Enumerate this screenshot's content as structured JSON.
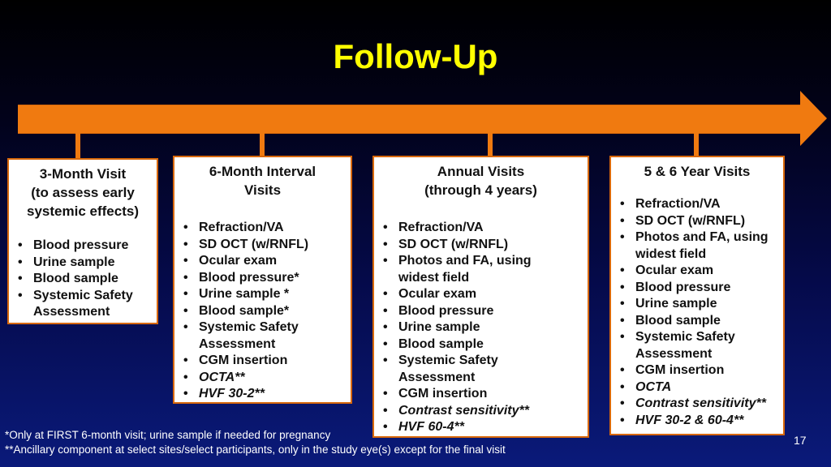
{
  "title": "Follow-Up",
  "visits": [
    {
      "heading": [
        "3-Month Visit",
        "(to assess early",
        "systemic effects)"
      ],
      "items": [
        {
          "text": "Blood pressure",
          "italic": false
        },
        {
          "text": "Urine sample",
          "italic": false
        },
        {
          "text": "Blood sample",
          "italic": false
        },
        {
          "text": "Systemic Safety Assessment",
          "italic": false
        }
      ]
    },
    {
      "heading": [
        "6-Month Interval",
        "Visits"
      ],
      "items": [
        {
          "text": "Refraction/VA",
          "italic": false
        },
        {
          "text": "SD OCT  (w/RNFL)",
          "italic": false
        },
        {
          "text": "Ocular exam",
          "italic": false
        },
        {
          "text": "Blood pressure*",
          "italic": false
        },
        {
          "text": "Urine sample *",
          "italic": false
        },
        {
          "text": "Blood sample*",
          "italic": false
        },
        {
          "text": "Systemic Safety Assessment",
          "italic": false
        },
        {
          "text": "CGM insertion",
          "italic": false
        },
        {
          "text": "OCTA**",
          "italic": true
        },
        {
          "text": "HVF 30-2**",
          "italic": true
        }
      ]
    },
    {
      "heading": [
        "Annual Visits",
        "(through 4 years)"
      ],
      "items": [
        {
          "text": "Refraction/VA",
          "italic": false
        },
        {
          "text": "SD OCT (w/RNFL)",
          "italic": false
        },
        {
          "text": "Photos and FA, using widest field",
          "italic": false
        },
        {
          "text": "Ocular exam",
          "italic": false
        },
        {
          "text": "Blood pressure",
          "italic": false
        },
        {
          "text": "Urine sample",
          "italic": false
        },
        {
          "text": "Blood sample",
          "italic": false
        },
        {
          "text": "Systemic Safety Assessment",
          "italic": false
        },
        {
          "text": "CGM insertion",
          "italic": false
        },
        {
          "text": "Contrast sensitivity**",
          "italic": true
        },
        {
          "text": "HVF 60-4**",
          "italic": true
        }
      ]
    },
    {
      "heading": [
        "5 & 6 Year Visits"
      ],
      "items": [
        {
          "text": "Refraction/VA",
          "italic": false
        },
        {
          "text": "SD OCT (w/RNFL)",
          "italic": false
        },
        {
          "text": "Photos and FA, using widest field",
          "italic": false
        },
        {
          "text": "Ocular exam",
          "italic": false
        },
        {
          "text": "Blood pressure",
          "italic": false
        },
        {
          "text": "Urine sample",
          "italic": false
        },
        {
          "text": "Blood sample",
          "italic": false
        },
        {
          "text": "Systemic Safety Assessment",
          "italic": false
        },
        {
          "text": "CGM insertion",
          "italic": false
        },
        {
          "text": "OCTA",
          "italic": true
        },
        {
          "text": "Contrast sensitivity**",
          "italic": true
        },
        {
          "text": "HVF 30-2 & 60-4**",
          "italic": true
        }
      ]
    }
  ],
  "footnotes": [
    "*Only at FIRST 6-month visit; urine sample if needed for pregnancy",
    "**Ancillary component at select sites/select participants, only in the study eye(s) except for the final visit"
  ],
  "page_number": "17",
  "colors": {
    "title": "#ffff00",
    "arrow": "#f07a10",
    "box_border": "#d8680a",
    "background_top": "#000000",
    "background_bottom": "#0a1a7a"
  }
}
